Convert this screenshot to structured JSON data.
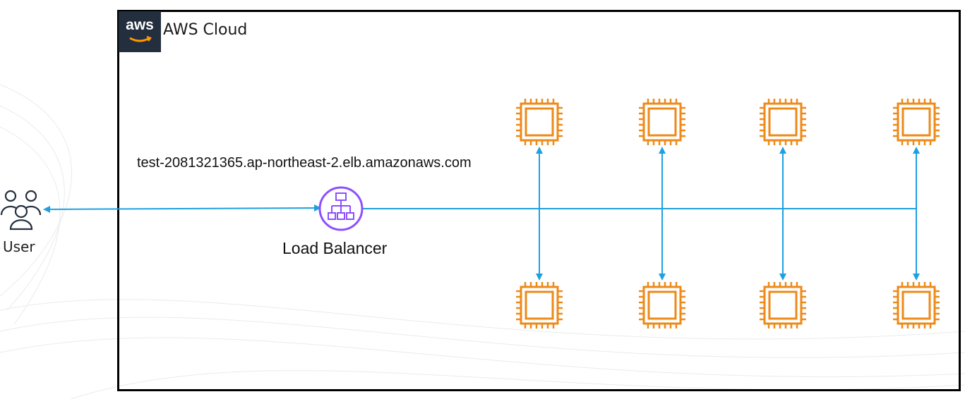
{
  "cloud": {
    "logo_text": "aws",
    "title": "AWS Cloud"
  },
  "user": {
    "label": "User"
  },
  "load_balancer": {
    "label": "Load Balancer",
    "dns_name": "test-2081321365.ap-northeast-2.elb.amazonaws.com"
  },
  "instances": {
    "icon": "ec2-instance-icon",
    "top_row_count": 4,
    "bottom_row_count": 4
  },
  "colors": {
    "connector": "#1ea0e0",
    "lb": "#8c4fff",
    "instance": "#ed8a19",
    "logo_bg": "#232f3e"
  }
}
